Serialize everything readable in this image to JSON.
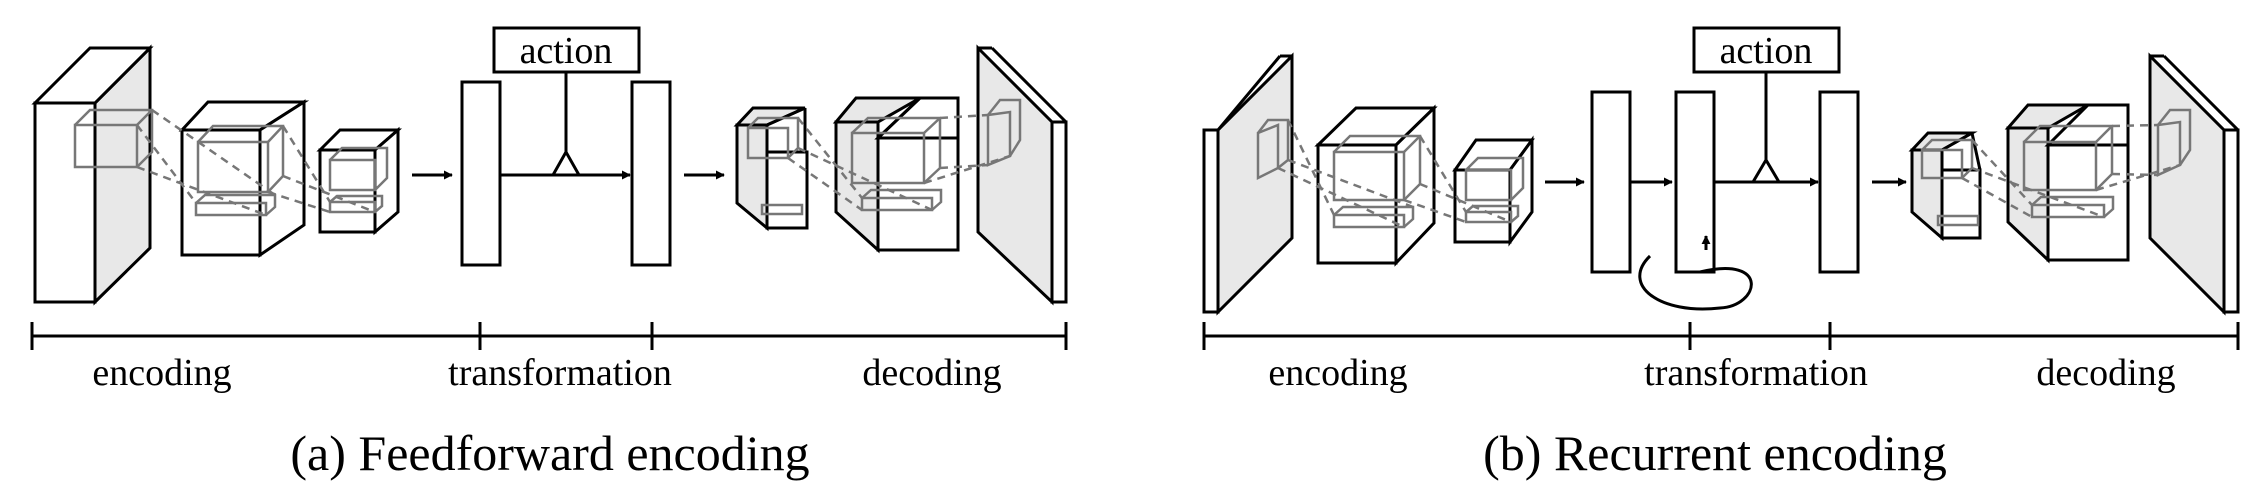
{
  "diagram_a": {
    "caption": "(a) Feedforward encoding",
    "action_label": "action",
    "axis_labels": [
      "encoding",
      "transformation",
      "decoding"
    ]
  },
  "diagram_b": {
    "caption": "(b) Recurrent encoding",
    "action_label": "action",
    "axis_labels": [
      "encoding",
      "transformation",
      "decoding"
    ]
  },
  "colors": {
    "stroke": "#000000",
    "panel_fill": "#e8e8e8",
    "inner_box": "#777777"
  }
}
